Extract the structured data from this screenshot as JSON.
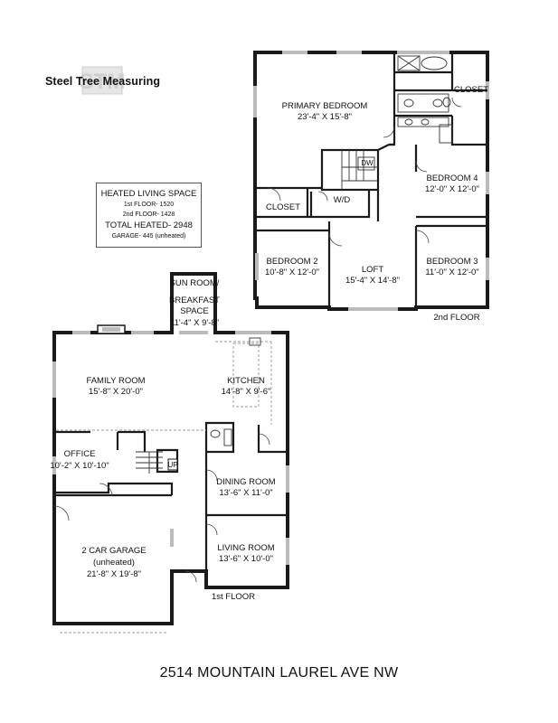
{
  "brand": {
    "name": "Steel Tree Measuring",
    "monogram": "STM"
  },
  "summary": {
    "title": "HEATED LIVING SPACE",
    "first_floor": "1st FLOOR- 1520",
    "second_floor": "2nd FLOOR- 1428",
    "total": "TOTAL HEATED- 2948",
    "garage": "GARAGE- 445 (unheated)"
  },
  "second_floor": {
    "label": "2nd FLOOR",
    "rooms": {
      "primary_bedroom": {
        "name": "PRIMARY BEDROOM",
        "size": "23'-4\" X 15'-8\""
      },
      "closet_top": {
        "name": "CLOSET"
      },
      "bedroom4": {
        "name": "BEDROOM 4",
        "size": "12'-0\" X 12'-0\""
      },
      "closet_left": {
        "name": "CLOSET"
      },
      "wd": {
        "name": "W/D"
      },
      "dw": {
        "name": "DW"
      },
      "bedroom2": {
        "name": "BEDROOM 2",
        "size": "10'-8\" X 12'-0\""
      },
      "loft": {
        "name": "LOFT",
        "size": "15'-4\" X 14'-8\""
      },
      "bedroom3": {
        "name": "BEDROOM 3",
        "size": "11'-0\" X 12'-0\""
      }
    }
  },
  "first_floor": {
    "label": "1st FLOOR",
    "rooms": {
      "sun_room": {
        "line1": "SUN ROOM/",
        "line2": "BREAKFAST",
        "line3": "SPACE",
        "size": "11'-4\" X 9'-8\""
      },
      "family_room": {
        "name": "FAMILY ROOM",
        "size": "15'-8\" X 20'-0\""
      },
      "kitchen": {
        "name": "KITCHEN",
        "size": "14'-8\" X 9'-6\""
      },
      "office": {
        "name": "OFFICE",
        "size": "10'-2\" X 10'-10\""
      },
      "up": {
        "name": "UP"
      },
      "dining_room": {
        "name": "DINING ROOM",
        "size": "13'-6\" X 11'-0\""
      },
      "garage": {
        "line1": "2 CAR GARAGE",
        "line2": "(unheated)",
        "size": "21'-8\" X 19'-8\""
      },
      "living_room": {
        "name": "LIVING ROOM",
        "size": "13'-6\" X 10'-0\""
      }
    }
  },
  "address": "2514 MOUNTAIN LAUREL AVE NW"
}
